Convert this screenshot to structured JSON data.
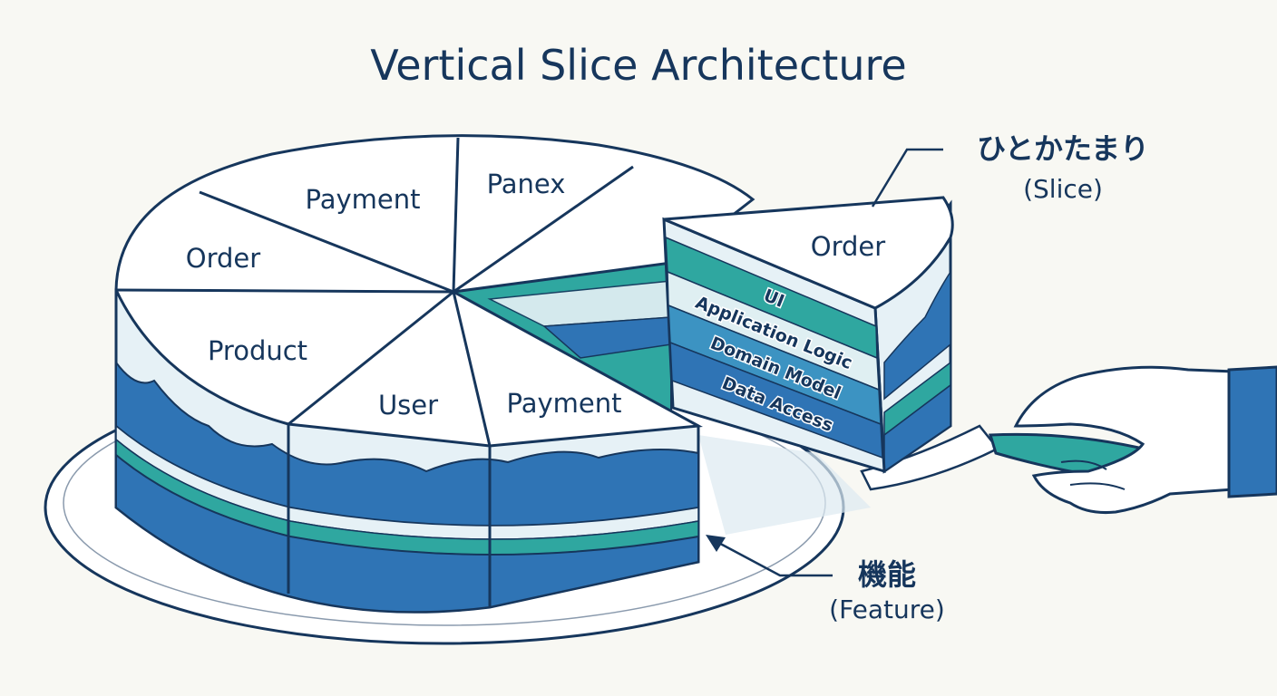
{
  "title": "Vertical Slice Architecture",
  "cake_segments": [
    {
      "label": "Payment"
    },
    {
      "label": "Panex"
    },
    {
      "label": "Order"
    },
    {
      "label": "Product"
    },
    {
      "label": "User"
    },
    {
      "label": "Payment"
    }
  ],
  "slice": {
    "top_label": "Order",
    "layers": [
      "UI",
      "Application Logic",
      "Domain Model",
      "Data Access"
    ]
  },
  "callouts": {
    "slice": {
      "main": "ひとかたまり",
      "sub": "(Slice)"
    },
    "feature": {
      "main": "機能",
      "sub": "(Feature)"
    }
  },
  "colors": {
    "outline": "#16365c",
    "frosting": "#e6f1f6",
    "cake_blue": "#2f74b5",
    "cake_teal": "#2fa7a0",
    "plate": "#ffffff",
    "background": "#f8f8f3"
  }
}
